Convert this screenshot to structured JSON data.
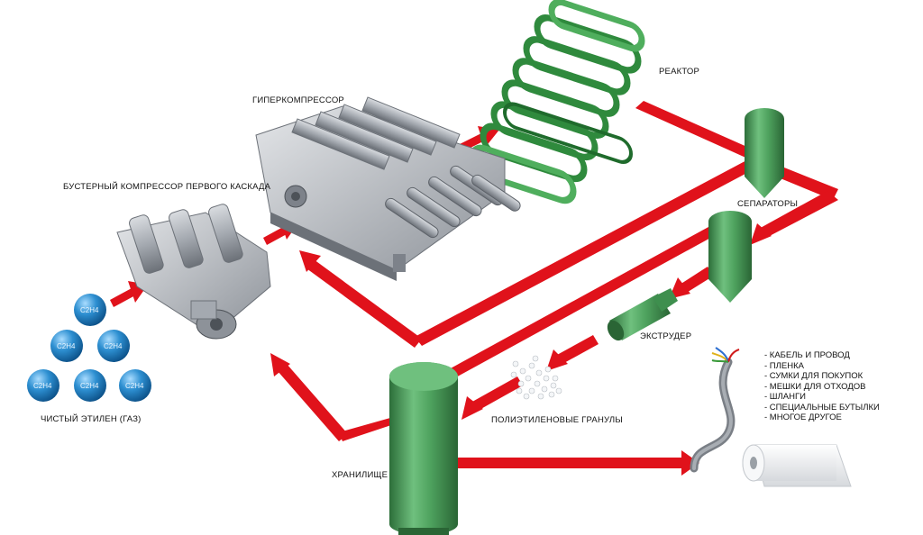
{
  "labels": {
    "hypercompressor": "ГИПЕРКОМПРЕССОР",
    "booster": "БУСТЕРНЫЙ КОМПРЕССОР ПЕРВОГО КАСКАДА",
    "reactor": "РЕАКТОР",
    "separators": "СЕПАРАТОРЫ",
    "extruder": "ЭКСТРУДЕР",
    "granules": "ПОЛИЭТИЛЕНОВЫЕ ГРАНУЛЫ",
    "ethylene": "ЧИСТЫЙ ЭТИЛЕН (ГАЗ)",
    "storage": "ХРАНИЛИЩЕ"
  },
  "molecule_label": "C2H4",
  "uses": [
    "- КАБЕЛЬ И ПРОВОД",
    "- ПЛЕНКА",
    "- СУМКИ ДЛЯ ПОКУПОК",
    "- МЕШКИ ДЛЯ ОТХОДОВ",
    "- ШЛАНГИ",
    "- СПЕЦИАЛЬНЫЕ БУТЫЛКИ",
    "- МНОГОЕ ДРУГОЕ"
  ],
  "colors": {
    "flow_arrow": "#e0121b",
    "vessel_green": "#3e8f4e",
    "reactor_green": "#2f8a3d",
    "machine_gray": "#9a9fa6",
    "molecule_blue": "#1c7fc0"
  },
  "icons": {
    "cable": "multicolor-cable-icon",
    "film": "film-roll-icon"
  }
}
